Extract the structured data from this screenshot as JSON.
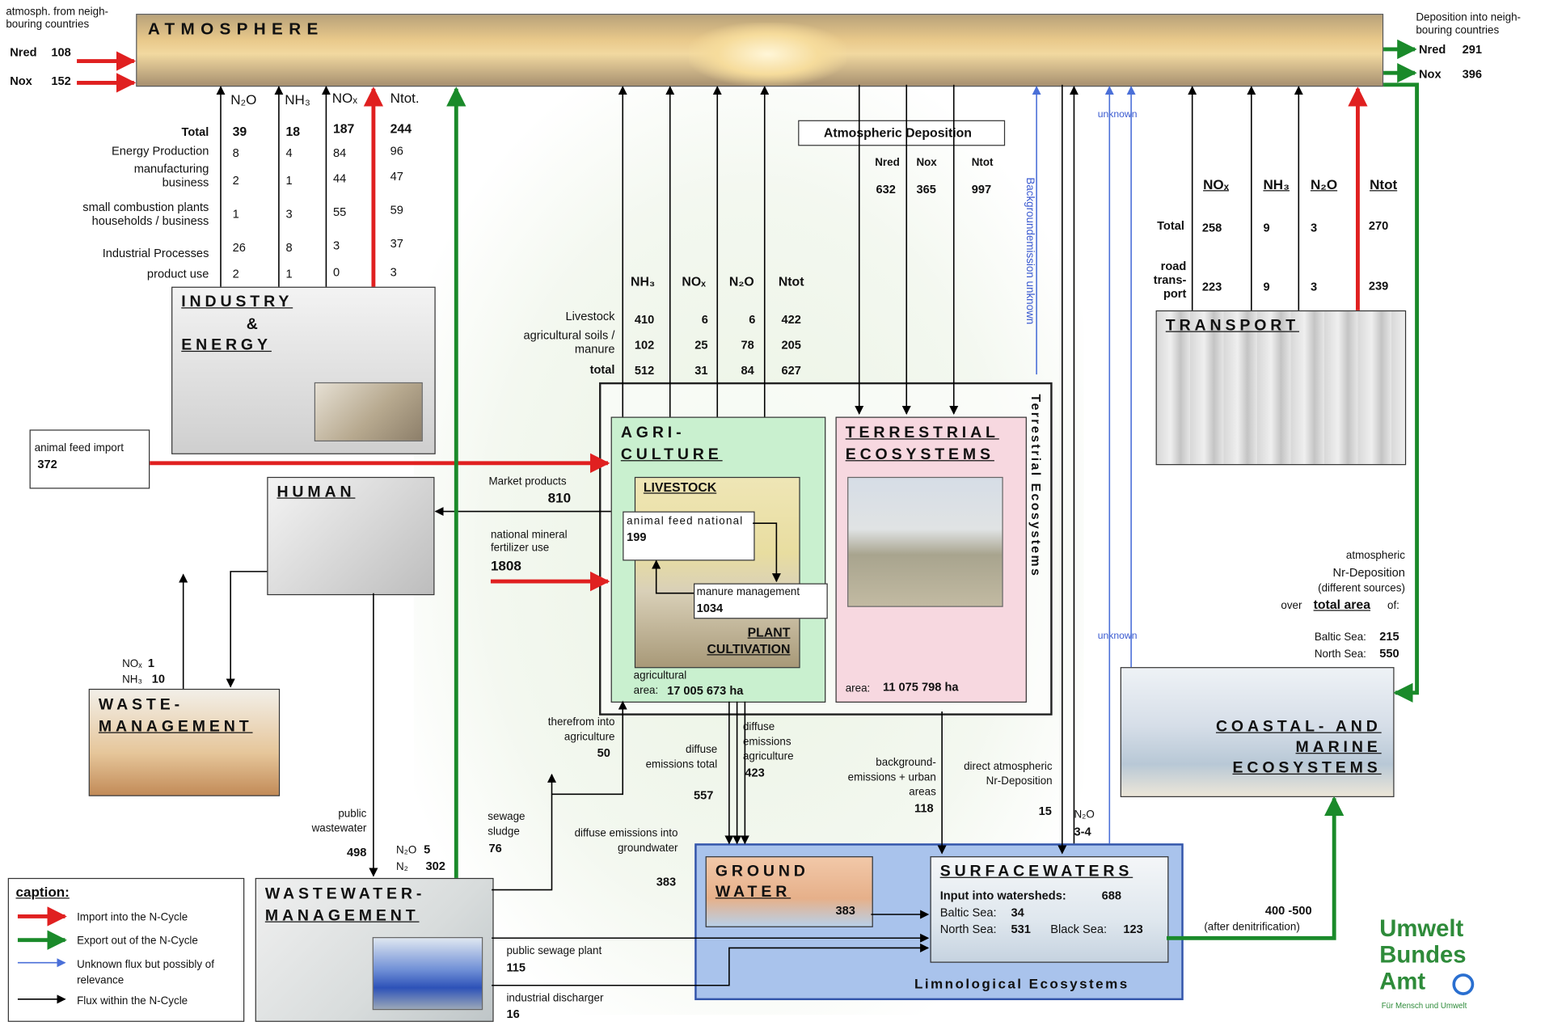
{
  "atmosphere": {
    "title": "ATMOSPHERE",
    "neighbour_in_label": "atmosph. from neigh-bouring countries",
    "nred_in_label": "Nred",
    "nred_in": "108",
    "nox_in_label": "Nox",
    "nox_in": "152",
    "deposition_out_label": "Deposition into neigh-bouring countries",
    "nred_out_label": "Nred",
    "nred_out": "291",
    "nox_out_label": "Nox",
    "nox_out": "396"
  },
  "industry": {
    "title_1": "INDUSTRY",
    "title_2": "&",
    "title_3": "ENERGY",
    "headers": [
      "N₂O",
      "NH₃",
      "NOₓ",
      "Ntot."
    ],
    "rows": [
      {
        "label": "Total",
        "values": [
          "39",
          "18",
          "187",
          "244"
        ]
      },
      {
        "label": "Energy Production",
        "values": [
          "8",
          "4",
          "84",
          "96"
        ]
      },
      {
        "label": "manufacturing business",
        "values": [
          "2",
          "1",
          "44",
          "47"
        ]
      },
      {
        "label": "small combustion plants households / business",
        "values": [
          "1",
          "3",
          "55",
          "59"
        ]
      },
      {
        "label": "Industrial Processes",
        "values": [
          "26",
          "8",
          "3",
          "37"
        ]
      },
      {
        "label": "product use",
        "values": [
          "2",
          "1",
          "0",
          "3"
        ]
      }
    ]
  },
  "transport": {
    "title": "TRANSPORT",
    "headers": [
      "NOₓ",
      "NH₃",
      "N₂O",
      "Ntot"
    ],
    "rows": [
      {
        "label": "Total",
        "values": [
          "258",
          "9",
          "3",
          "270"
        ]
      },
      {
        "label": "road trans-port",
        "values": [
          "223",
          "9",
          "3",
          "239"
        ]
      }
    ]
  },
  "deposition": {
    "title": "Atmospheric Deposition",
    "headers": [
      "Nred",
      "Nox",
      "Ntot"
    ],
    "values": [
      "632",
      "365",
      "997"
    ],
    "background_label": "Backgroundemission unknown",
    "unknown_1": "unknown",
    "unknown_2": "unknown"
  },
  "agri_emissions": {
    "headers": [
      "NH₃",
      "NOₓ",
      "N₂O",
      "Ntot"
    ],
    "rows": [
      {
        "label": "Livestock",
        "values": [
          "410",
          "6",
          "6",
          "422"
        ]
      },
      {
        "label": "agricultural soils / manure",
        "values": [
          "102",
          "25",
          "78",
          "205"
        ]
      },
      {
        "label": "total",
        "values": [
          "512",
          "31",
          "84",
          "627"
        ]
      }
    ]
  },
  "agriculture": {
    "title_1": "AGRI-",
    "title_2": "CULTURE",
    "livestock": "LIVESTOCK",
    "feed_label": "animal feed national",
    "feed_value": "199",
    "manure_label": "manure management",
    "manure_value": "1034",
    "plant_1": "PLANT",
    "plant_2": "CULTIVATION",
    "area_label": "agricultural area:",
    "area_value": "17 005 673 ha",
    "market_label": "Market products",
    "market_value": "810",
    "fertilizer_label": "national mineral fertilizer use",
    "fertilizer_value": "1808",
    "feed_import_label": "animal feed import",
    "feed_import_value": "372"
  },
  "terrestrial": {
    "title_1": "TERRESTRIAL",
    "title_2": "ECOSYSTEMS",
    "area_label": "area:",
    "area_value": "11 075 798 ha",
    "side_label": "Terrestrial Ecosystems"
  },
  "human": {
    "title": "HUMAN"
  },
  "waste": {
    "title_1": "WASTE-",
    "title_2": "MANAGEMENT",
    "nox_label": "NOₓ",
    "nox": "1",
    "nh3_label": "NH₃",
    "nh3": "10"
  },
  "wastewater": {
    "title_1": "WASTEWATER-",
    "title_2": "MANAGEMENT",
    "public_label": "public wastewater",
    "public_value": "498",
    "n2o_label": "N₂O",
    "n2o": "5",
    "n2_label": "N₂",
    "n2": "302",
    "sludge_label": "sewage sludge",
    "sludge_value": "76",
    "plant_label": "public sewage plant",
    "plant_value": "115",
    "industrial_label": "industrial discharger",
    "industrial_value": "16"
  },
  "flows": {
    "into_agri_label": "therefrom into agriculture",
    "into_agri_value": "50",
    "diffuse_total_label": "diffuse emissions total",
    "diffuse_total_value": "557",
    "diffuse_agri_label": "diffuse emissions agriculture",
    "diffuse_agri_value": "423",
    "diffuse_gw_label": "diffuse emissions into groundwater",
    "diffuse_gw_value": "383",
    "background_label": "background-emissions + urban areas",
    "background_value": "118",
    "direct_label": "direct atmospheric Nr-Deposition",
    "direct_value": "15",
    "n2o_label": "N₂O",
    "n2o_value": "3-4",
    "coastal_label": "400 -500",
    "coastal_note": "(after denitrification)"
  },
  "groundwater": {
    "title_1": "GROUND",
    "title_2": "WATER",
    "value": "383"
  },
  "surfacewaters": {
    "title": "SURFACEWATERS",
    "input_label": "Input into watersheds:",
    "input_value": "688",
    "baltic_label": "Baltic Sea:",
    "baltic_value": "34",
    "north_label": "North Sea:",
    "north_value": "531",
    "black_label": "Black Sea:",
    "black_value": "123",
    "limno": "Limnological Ecosystems"
  },
  "coastal": {
    "title_1": "COASTAL- AND",
    "title_2": "MARINE",
    "title_3": "ECOSYSTEMS",
    "dep_label_1": "atmospheric",
    "dep_label_2": "Nr-Deposition",
    "dep_label_3": "(different sources)",
    "dep_label_4": "over",
    "dep_label_5": "total area",
    "dep_label_6": "of:",
    "baltic_label": "Baltic Sea:",
    "baltic_value": "215",
    "north_label": "North Sea:",
    "north_value": "550"
  },
  "caption": {
    "title": "caption:",
    "items": [
      "Import into the N-Cycle",
      "Export out of the N-Cycle",
      "Unknown flux but possibly of relevance",
      "Flux within the N-Cycle"
    ]
  },
  "logo": {
    "line1": "Umwelt",
    "line2": "Bundes",
    "line3": "Amt",
    "tagline": "Für Mensch und Umwelt"
  },
  "colors": {
    "import": "#e02020",
    "export": "#1a8a2a",
    "unknown": "#4a6fd8",
    "internal": "#000000",
    "logo": "#2e8b3a"
  }
}
